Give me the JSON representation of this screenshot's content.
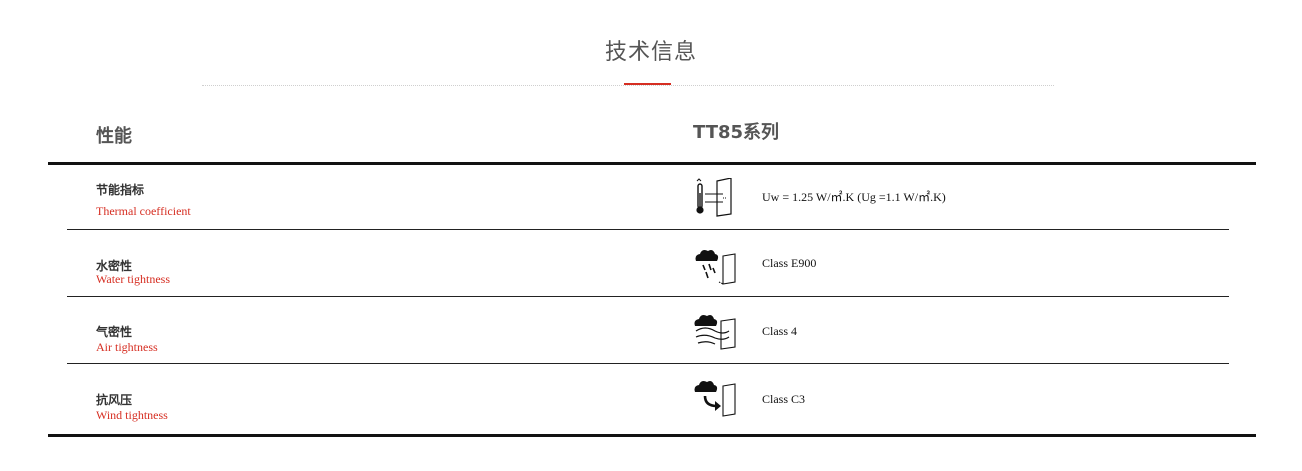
{
  "section": {
    "title": "技术信息"
  },
  "columns": {
    "left": "性能",
    "right": "TT85系列"
  },
  "rows": [
    {
      "zh": "节能指标",
      "en": "Thermal coefficient",
      "icon": "thermal-coefficient-icon",
      "value": "Uw = 1.25 W/㎡.K (Ug =1.1 W/㎡.K)"
    },
    {
      "zh": "水密性",
      "en": "Water tightness",
      "icon": "water-tightness-icon",
      "value": "Class E900"
    },
    {
      "zh": "气密性",
      "en": "Air tightness",
      "icon": "air-tightness-icon",
      "value": "Class 4"
    },
    {
      "zh": "抗风压",
      "en": "Wind tightness",
      "icon": "wind-resistance-icon",
      "value": "Class C3"
    }
  ],
  "colors": {
    "accent": "#d62e22",
    "text": "#333333"
  }
}
